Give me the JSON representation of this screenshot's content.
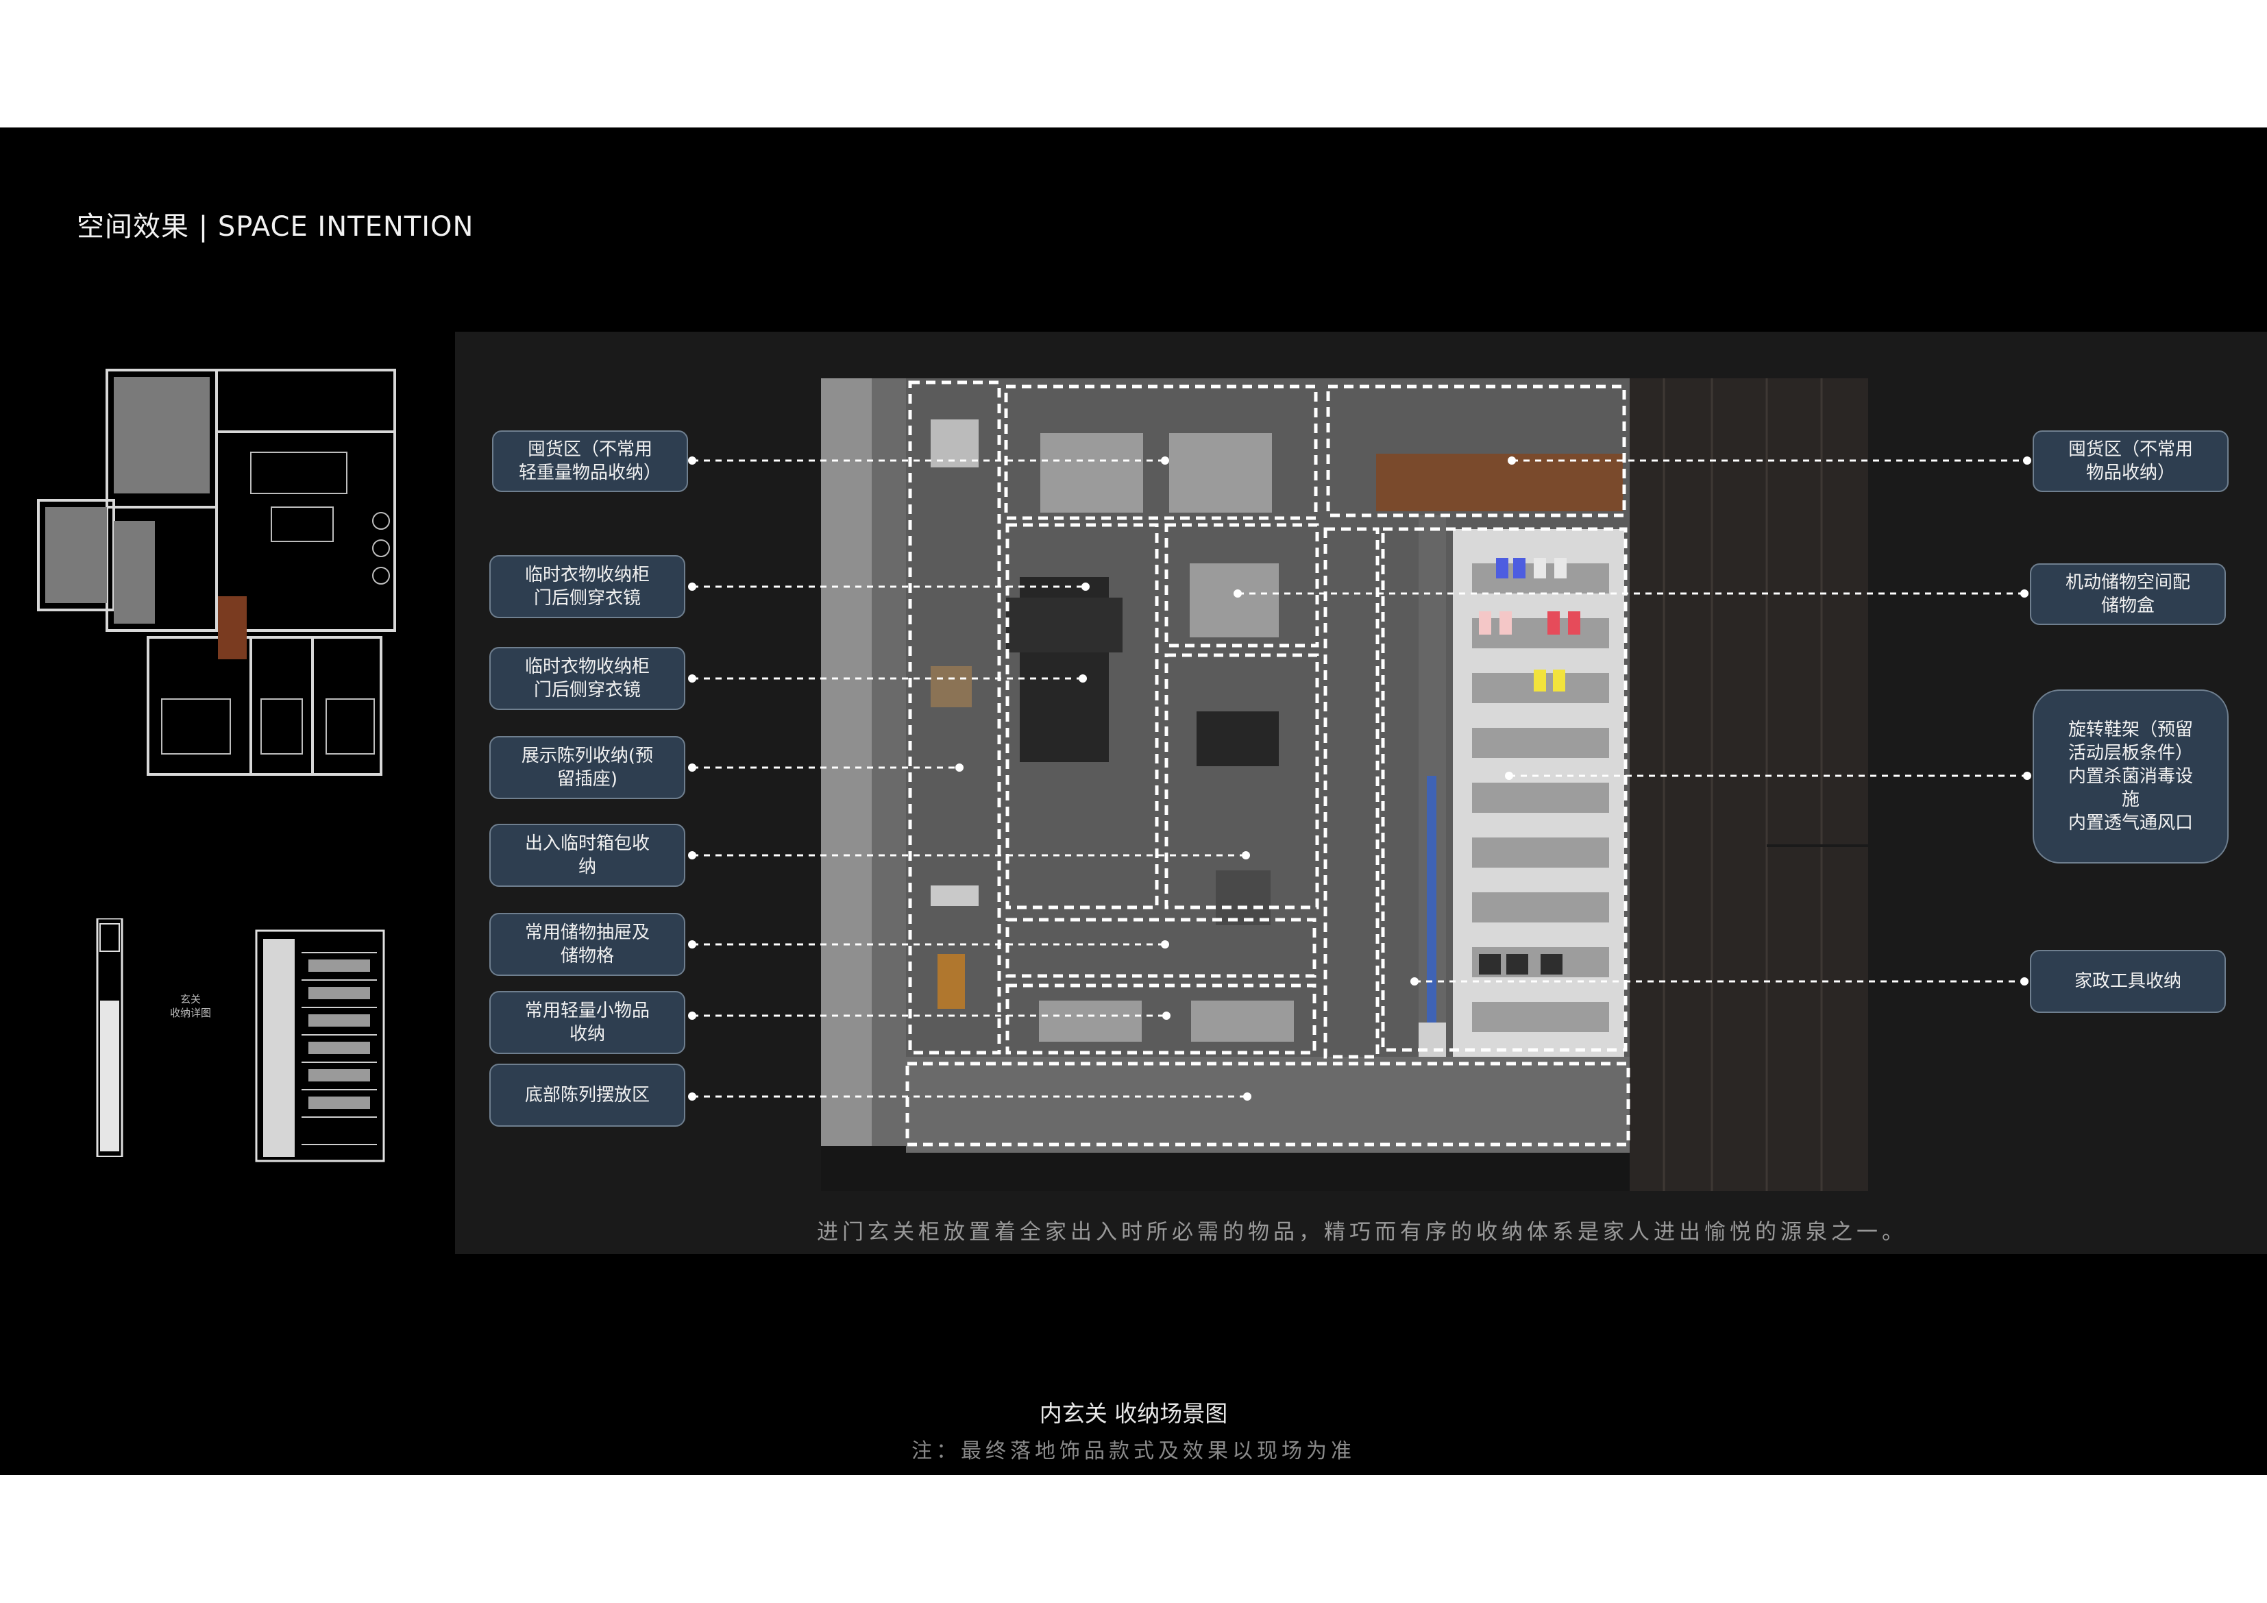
{
  "header": {
    "title": "空间效果 | SPACE INTENTION"
  },
  "labels_left": [
    {
      "text": "囤货区（不常用\n轻重量物品收纳）"
    },
    {
      "text": "临时衣物收纳柜\n门后侧穿衣镜"
    },
    {
      "text": "临时衣物收纳柜\n门后侧穿衣镜"
    },
    {
      "text": "展示陈列收纳(预\n留插座)"
    },
    {
      "text": "出入临时箱包收\n纳"
    },
    {
      "text": "常用储物抽屉及\n储物格"
    },
    {
      "text": "常用轻量小物品\n收纳"
    },
    {
      "text": "底部陈列摆放区"
    }
  ],
  "labels_right": [
    {
      "text": "囤货区（不常用\n物品收纳）"
    },
    {
      "text": "机动储物空间配\n储物盒"
    },
    {
      "text": "旋转鞋架（预留\n活动层板条件）\n内置杀菌消毒设\n施\n内置透气通风口"
    },
    {
      "text": "家政工具收纳"
    }
  ],
  "plan_label": "玄关\n收纳详图",
  "caption": "进门玄关柜放置着全家出入时所必需的物品，精巧而有序的收纳体系是家人进出愉悦的源泉之一。",
  "footer": {
    "title": "内玄关 收纳场景图",
    "note": "注：最终落地饰品款式及效果以现场为准"
  }
}
